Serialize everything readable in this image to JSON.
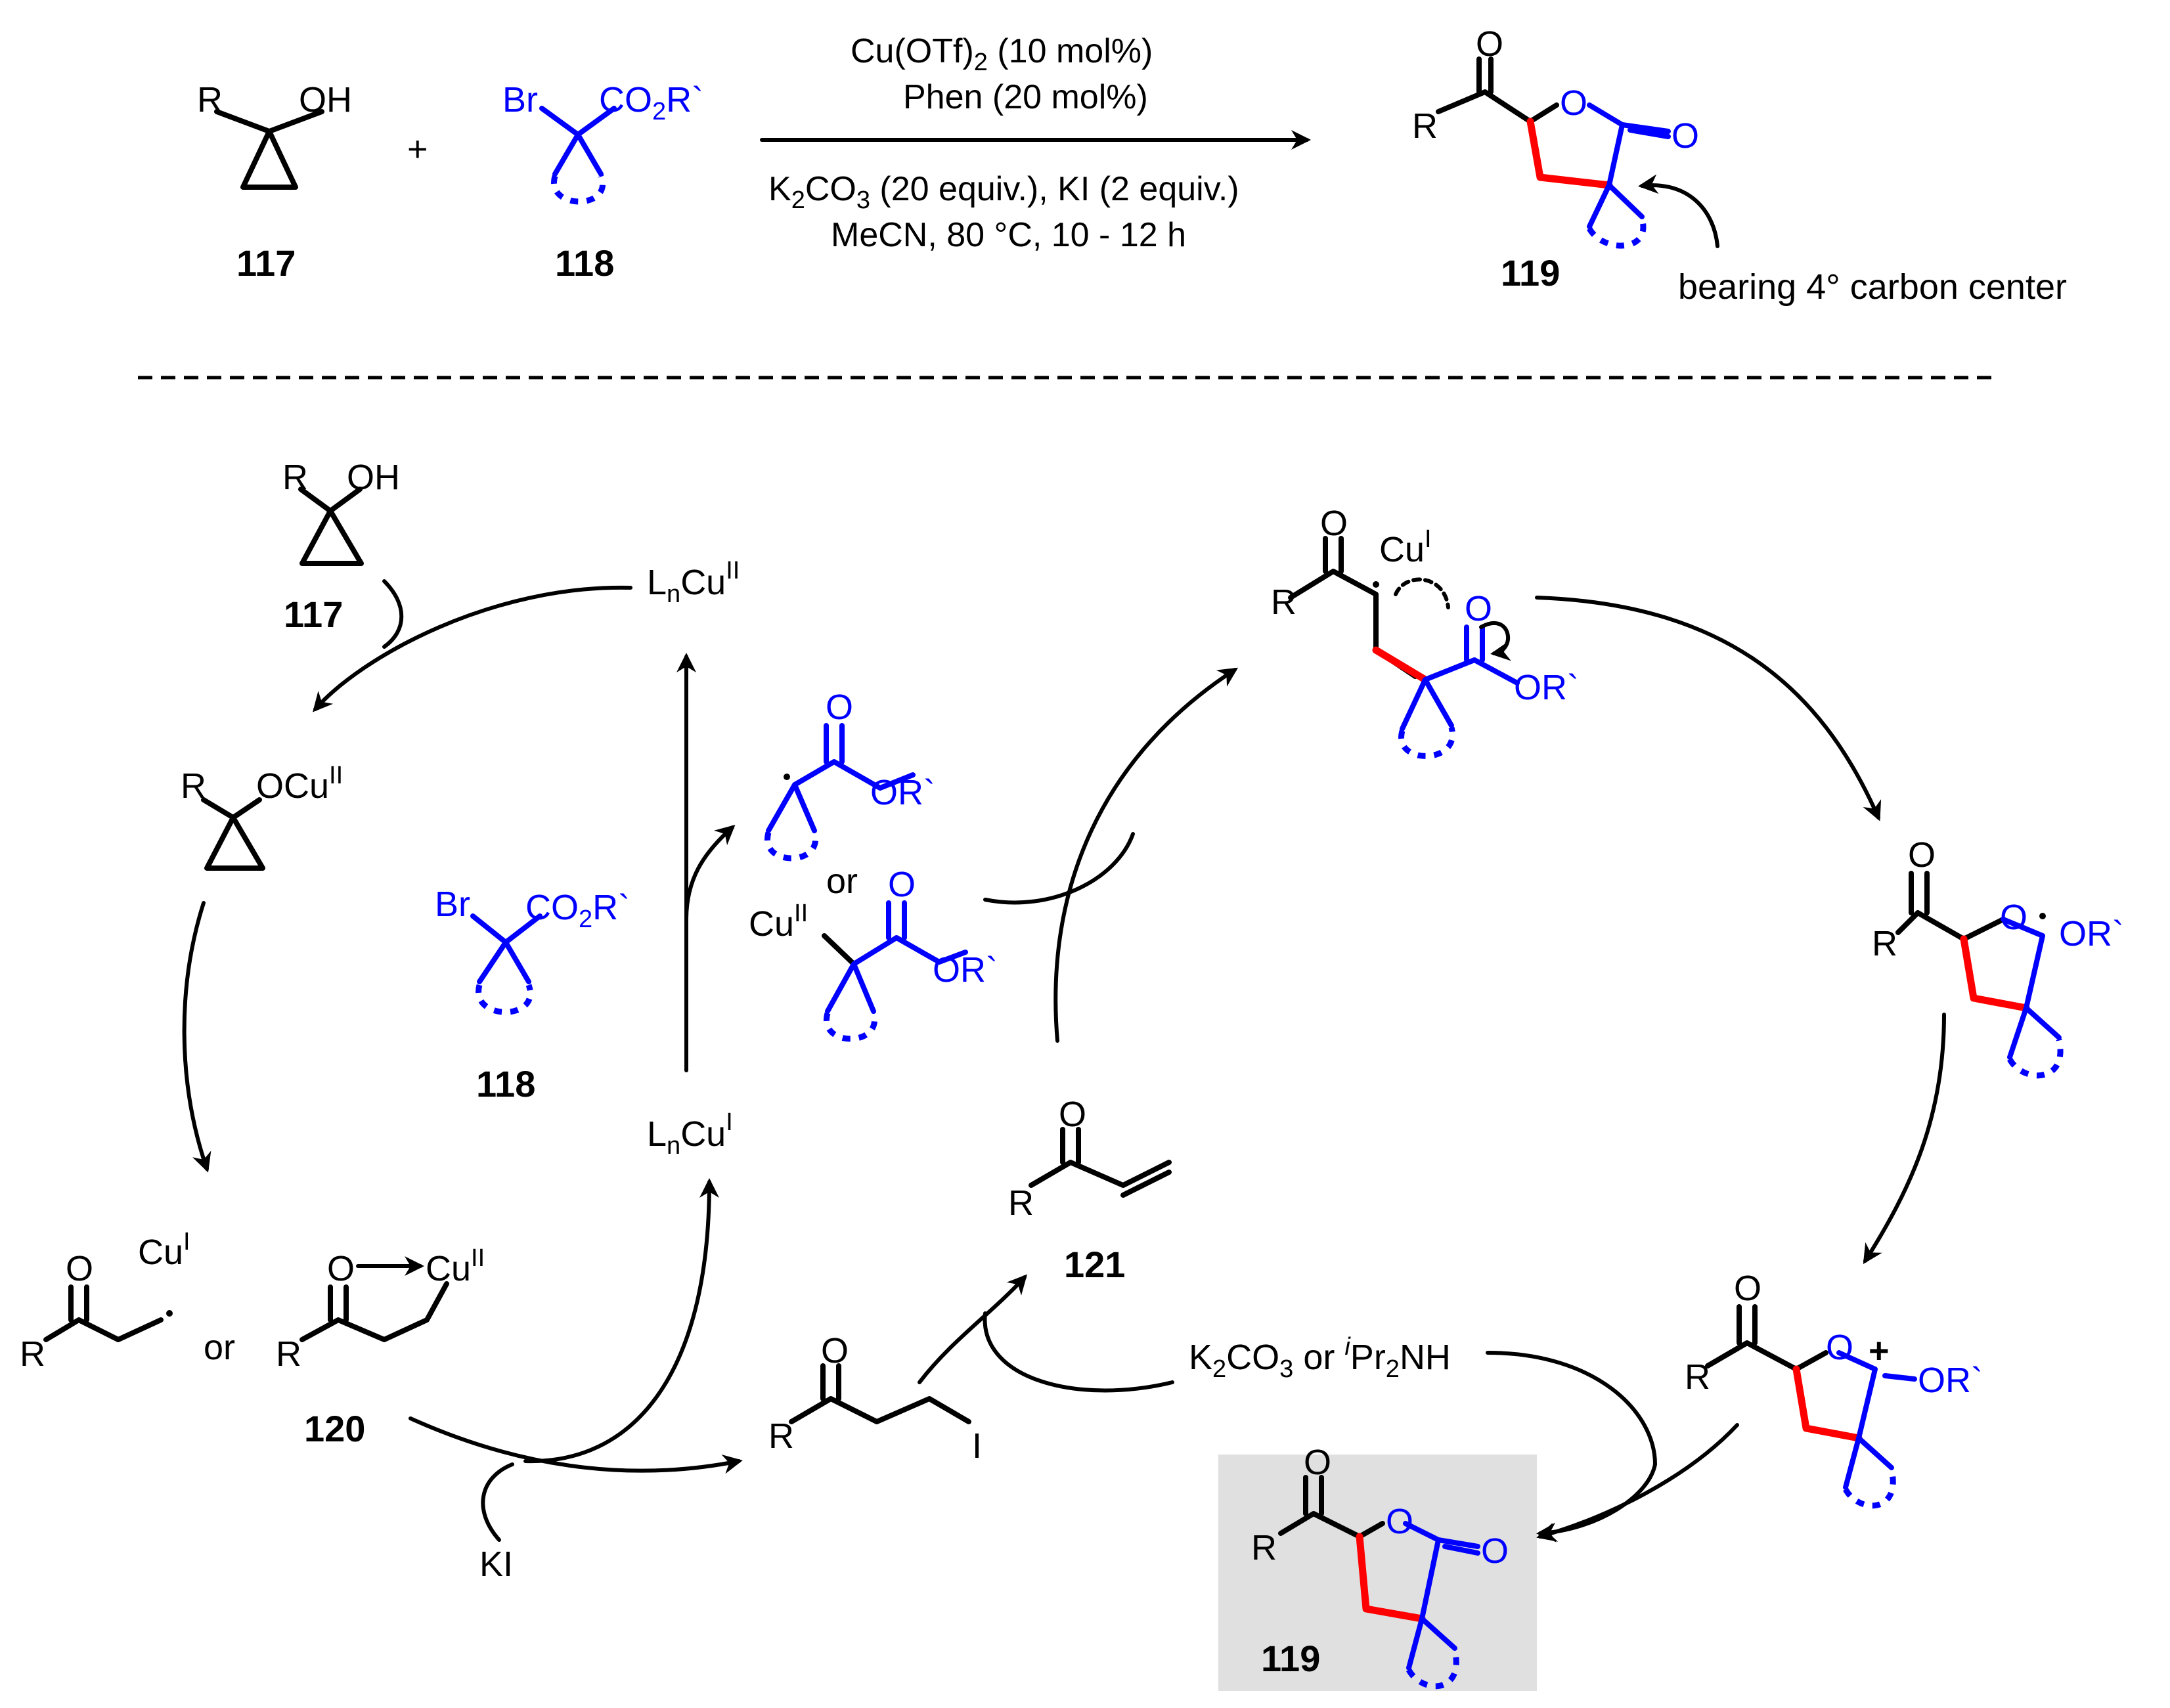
{
  "colors": {
    "bond": "#000000",
    "highlight_new_bond": "#ff0000",
    "substrate_fragment": "#0000ff",
    "product_box": "#e0e0e0",
    "background": "#ffffff"
  },
  "top_reaction": {
    "reactant_1": {
      "label": "117",
      "r": "R",
      "oh": "OH"
    },
    "plus": "+",
    "reactant_2": {
      "label": "118",
      "br": "Br",
      "ester": "CO",
      "ester_sub": "2",
      "ester_tail": "R`"
    },
    "conditions": {
      "line1_a": "Cu(OTf)",
      "line1_sub": "2",
      "line1_b": " (10 mol%)",
      "line2": "Phen (20 mol%)",
      "line3_a": "K",
      "line3_sub1": "2",
      "line3_b": "CO",
      "line3_sub2": "3",
      "line3_c": " (20 equiv.), KI (2 equiv.)",
      "line4": "MeCN, 80 °C, 10 - 12 h"
    },
    "product": {
      "label": "119",
      "r": "R",
      "o1": "O",
      "o2": "O",
      "o3": "O"
    },
    "annotation": "bearing 4° carbon center"
  },
  "cycle": {
    "sm_117": {
      "label": "117",
      "r": "R",
      "oh": "OH"
    },
    "cu_ii_catalyst": {
      "main": "L",
      "sub": "n",
      "cu": "Cu",
      "sup": "II"
    },
    "cu_alkoxide": {
      "r": "R",
      "ocu": "OCu",
      "sup": "II"
    },
    "cu_i_catalyst": {
      "main": "L",
      "sub": "n",
      "cu": "Cu",
      "sup": "I"
    },
    "reagent_118": {
      "label": "118",
      "br": "Br",
      "ester": "CO",
      "ester_sub": "2",
      "ester_tail": "R`"
    },
    "radical_or_cu": {
      "o1": "O",
      "or1": "OR`",
      "or_word": "or",
      "cu": "Cu",
      "cu_sup": "II",
      "o2": "O",
      "or2": "OR`"
    },
    "intermediate_120": {
      "label": "120",
      "r1": "R",
      "o1": "O",
      "cu1": "Cu",
      "cu1_sup": "I",
      "or_word": "or",
      "r2": "R",
      "o2": "O",
      "cu2": "Cu",
      "cu2_sup": "II"
    },
    "ki": "KI",
    "iodide": {
      "r": "R",
      "o": "O",
      "i": "I"
    },
    "enone_121": {
      "label": "121",
      "r": "R",
      "o": "O"
    },
    "base": {
      "k": "K",
      "sub1": "2",
      "co": "CO",
      "sub2": "3",
      "or_word": " or ",
      "sup": "i",
      "pr": "Pr",
      "sub3": "2",
      "nh": "NH"
    },
    "adduct": {
      "r": "R",
      "o1": "O",
      "cu": "Cu",
      "cu_sup": "I",
      "o2": "O",
      "or": "OR`"
    },
    "cyclized_radical": {
      "r": "R",
      "o1": "O",
      "o2": "O",
      "or": "OR`"
    },
    "oxocarbenium": {
      "r": "R",
      "o1": "O",
      "o2": "O",
      "plus": "+",
      "or": "OR`"
    },
    "product_119": {
      "label": "119",
      "r": "R",
      "o1": "O",
      "o2": "O",
      "o3": "O"
    }
  }
}
